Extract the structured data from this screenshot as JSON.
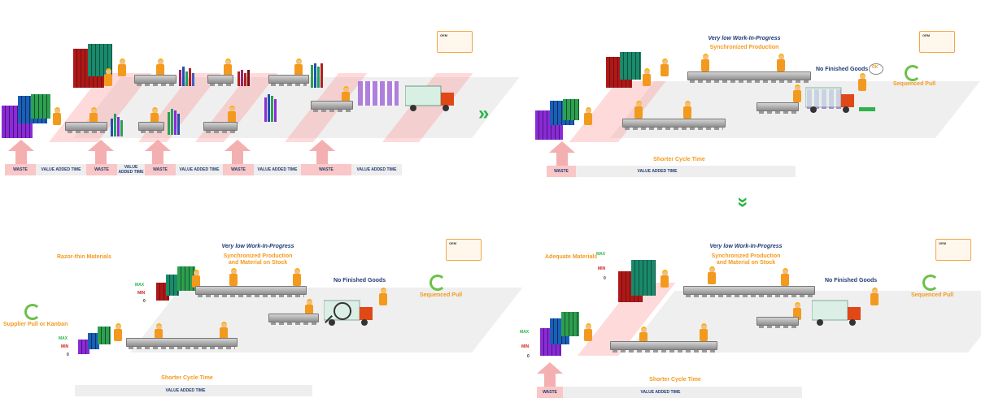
{
  "panels": {
    "top_left": {
      "time_bar": [
        {
          "label": "WASTE",
          "type": "waste"
        },
        {
          "label": "VALUE ADDED TIME",
          "type": "value"
        },
        {
          "label": "WASTE",
          "type": "waste"
        },
        {
          "label": "VALUE ADDED TIME",
          "type": "value"
        },
        {
          "label": "WASTE",
          "type": "waste"
        },
        {
          "label": "VALUE ADDED TIME",
          "type": "value"
        },
        {
          "label": "WASTE",
          "type": "waste"
        },
        {
          "label": "VALUE ADDED TIME",
          "type": "value"
        },
        {
          "label": "WASTE",
          "type": "waste"
        },
        {
          "label": "VALUE ADDED TIME",
          "type": "value"
        }
      ],
      "oem_label": "OEM"
    },
    "top_right": {
      "wip_label": "Very low Work-In-Progress",
      "sync_label": "Synchronized Production",
      "finished_goods_label": "No Finished Goods",
      "ok_label": "OK",
      "pull_label": "Sequenced Pull",
      "cycle_label": "Shorter Cycle Time",
      "time_bar": [
        {
          "label": "WASTE",
          "type": "waste"
        },
        {
          "label": "VALUE ADDED TIME",
          "type": "value"
        }
      ],
      "oem_label": "OEM"
    },
    "bottom_left": {
      "materials_label": "Razor-thin Materials",
      "wip_label": "Very low Work-In-Progress",
      "sync_label_1": "Synchronized Production",
      "sync_label_2": "and Material on Stock",
      "finished_goods_label": "No Finished Goods",
      "pull_label": "Sequenced Pull",
      "supplier_pull_label": "Supplier Pull or Kanban",
      "max_label": "MAX",
      "min_label": "MIN",
      "zero_label": "0",
      "cycle_label": "Shorter Cycle Time",
      "time_bar": [
        {
          "label": "VALUE ADDED TIME",
          "type": "value"
        }
      ],
      "oem_label": "OEM"
    },
    "bottom_right": {
      "materials_label": "Adequate Materials",
      "wip_label": "Very low Work-In-Progress",
      "sync_label_1": "Synchronized Production",
      "sync_label_2": "and Material on Stock",
      "finished_goods_label": "No Finished Goods",
      "pull_label": "Sequenced Pull",
      "max_label": "MAX",
      "min_label": "MIN",
      "zero_label": "0",
      "cycle_label": "Shorter Cycle Time",
      "time_bar": [
        {
          "label": "WASTE",
          "type": "waste"
        },
        {
          "label": "VALUE ADDED TIME",
          "type": "value"
        }
      ],
      "oem_label": "OEM"
    }
  },
  "arrows": {
    "right": "»",
    "down": "»",
    "left": "«"
  },
  "colors": {
    "orange": "#f39a1e",
    "navy": "#1f3b73",
    "green": "#2db34a",
    "waste": "#f9c7c7"
  }
}
